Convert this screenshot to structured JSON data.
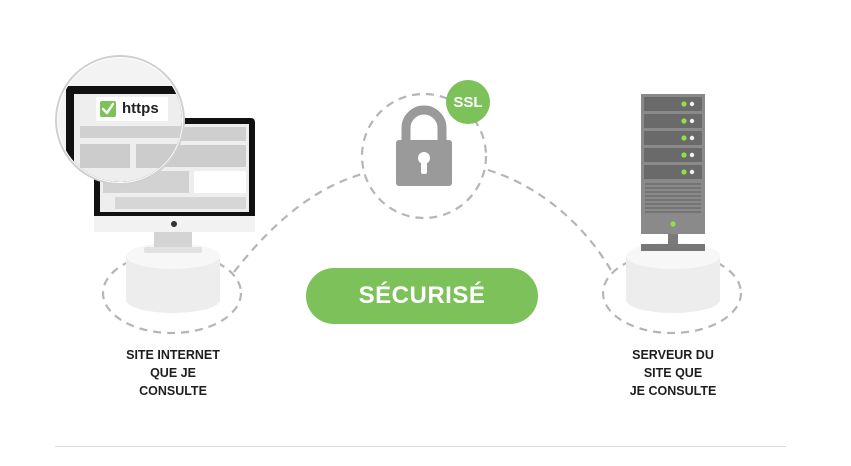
{
  "center": {
    "status_label": "SÉCURISÉ",
    "badge_label": "SSL"
  },
  "browser": {
    "protocol_label": "https"
  },
  "left_caption": [
    "SITE INTERNET",
    "QUE JE",
    "CONSULTE"
  ],
  "right_caption": [
    "SERVEUR DU",
    "SITE QUE",
    "JE CONSULTE"
  ],
  "colors": {
    "accent": "#7cc15a",
    "led": "#8fe04a",
    "dash": "#b5b5b5",
    "lock": "#9a9a9a",
    "server": "#6f6f6f"
  }
}
